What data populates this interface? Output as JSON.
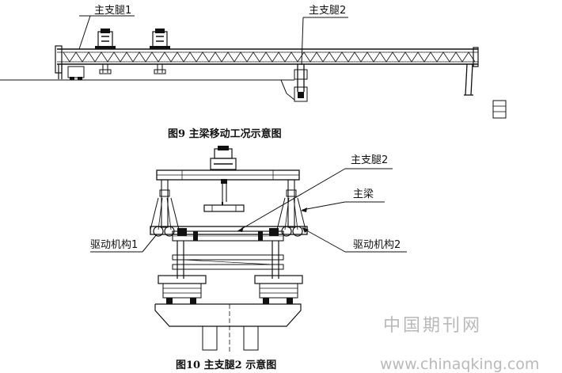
{
  "figure9": {
    "leg1_label": "主支腿1",
    "leg2_label": "主支腿2",
    "caption": "图9  主梁移动工况示意图"
  },
  "figure10": {
    "leg2_label": "主支腿2",
    "beam_label": "主梁",
    "drive1_label": "驱动机构1",
    "drive2_label": "驱动机构2",
    "caption": "图10  主支腿2 示意图"
  },
  "watermark": {
    "cn_text": "中国期刊网",
    "url_text": "www.chinaqking.com"
  }
}
